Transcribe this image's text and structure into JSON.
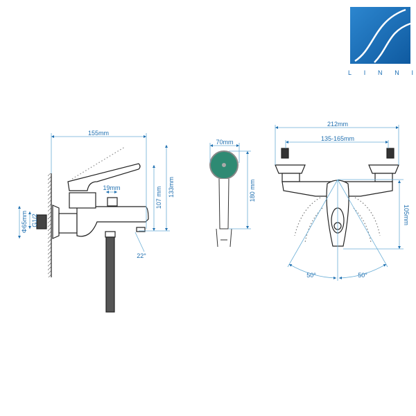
{
  "logo": {
    "brand": "LINNI",
    "letters": [
      "L",
      "I",
      "N",
      "N",
      "I"
    ],
    "color": "#1a6eb5"
  },
  "side_view": {
    "width_label": "155mm",
    "lever_height_label": "107 mm",
    "total_height_label": "133mm",
    "diverter_label": "19mm",
    "escutcheon_label": "Φ65mm",
    "thread_label": "G1/2",
    "spout_angle_label": "22°"
  },
  "shower_head": {
    "diameter_label": "70mm",
    "length_label": "180 mm",
    "face_color": "#2e8a73"
  },
  "front_view": {
    "width_label": "212mm",
    "centers_label": "135-165mm",
    "height_label": "105mm",
    "left_angle_label": "50°",
    "right_angle_label": "50°"
  },
  "colors": {
    "dimension": "#1f6fb0",
    "line": "#222222"
  }
}
